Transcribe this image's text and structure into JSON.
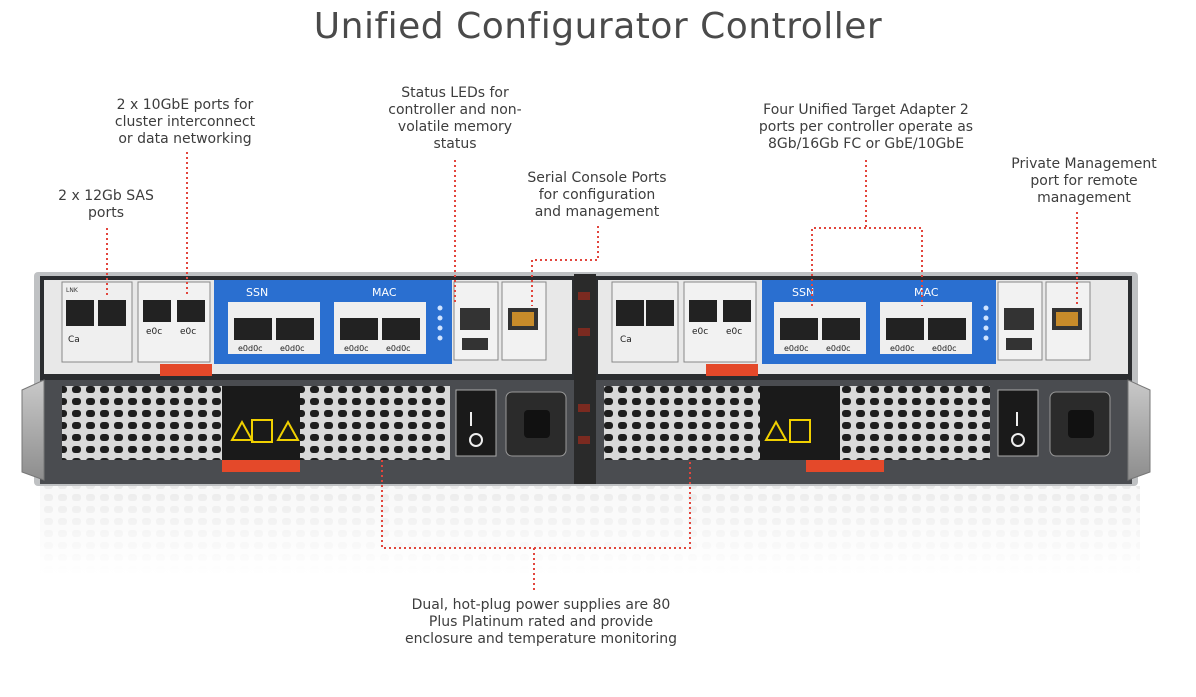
{
  "title": "Unified Configurator Controller",
  "callouts": {
    "sas": "2 x 12Gb SAS\nports",
    "tengbe": "2 x 10GbE ports for\ncluster interconnect\nor data networking",
    "status_leds": "Status LEDs for\ncontroller and non-\nvolatile memory\nstatus",
    "serial": "Serial Console Ports\nfor configuration\nand management",
    "uta": "Four Unified Target Adapter 2\nports per controller operate as\n8Gb/16Gb FC or GbE/10GbE",
    "mgmt": "Private Management\nport for remote\nmanagement",
    "psu": "Dual, hot-plug power supplies are 80\nPlus Platinum rated and provide\nenclosure and temperature monitoring"
  },
  "panel_labels": {
    "ssn": "SSN",
    "mac": "MAC",
    "port_e0c": "e0c",
    "port_e0d0c": "e0d0c",
    "port_ca": "Ca",
    "lnk": "LNK"
  },
  "colors": {
    "leader": "#e2463d",
    "blue_panel": "#2a6fd0",
    "chassis": "#3c3f43",
    "release_tab": "#e4492a"
  },
  "icons": [
    "warning-icon",
    "power-symbol-icon",
    "usb-icon",
    "serial-icon",
    "network-icon"
  ]
}
